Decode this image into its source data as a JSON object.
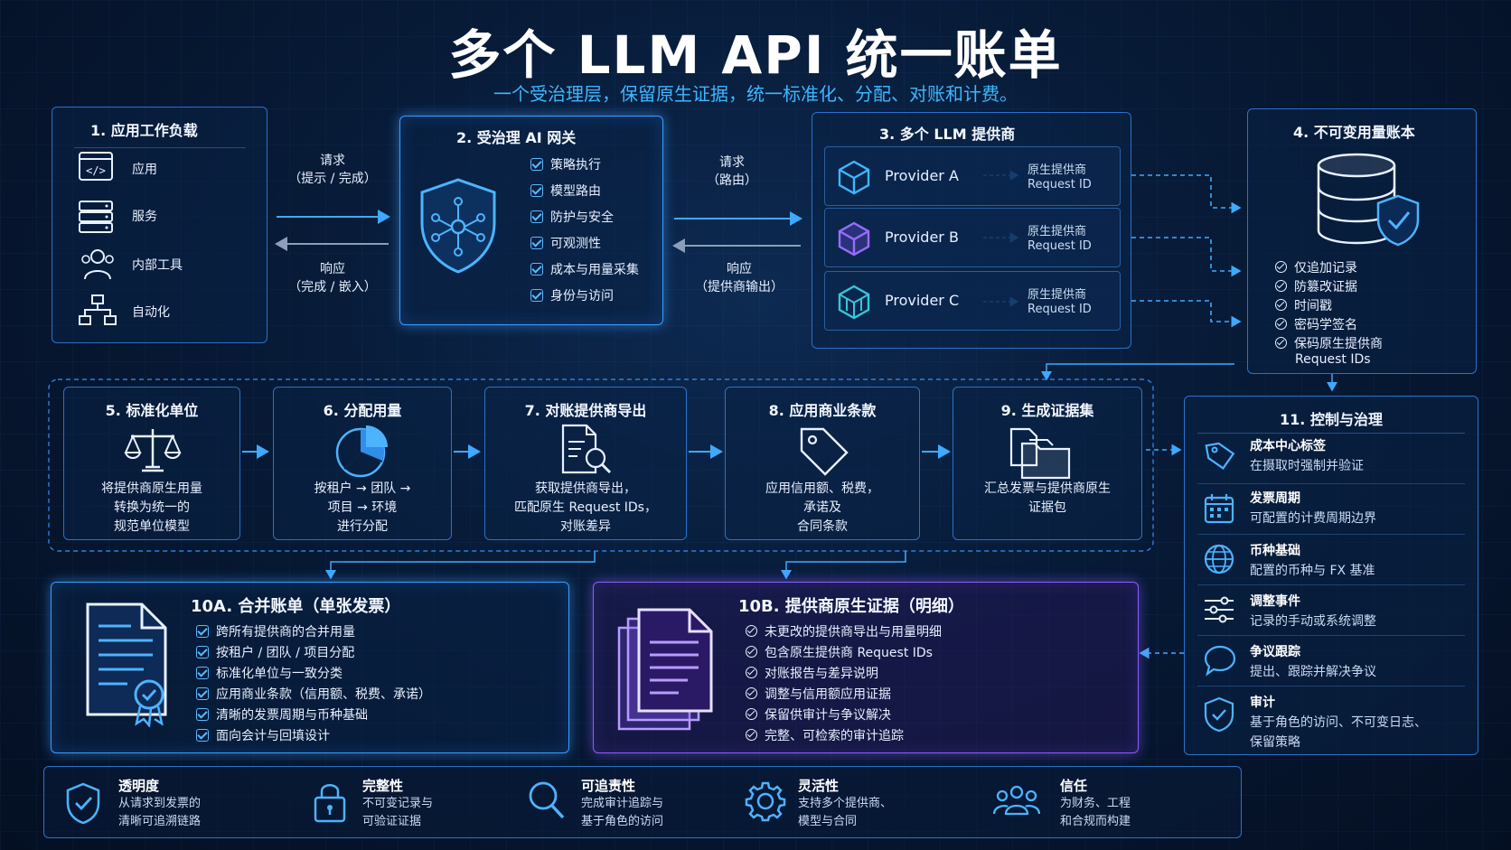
{
  "title": "多个 LLM API 统一账单",
  "subtitle": "一个受治理层，保留原生证据，统一标准化、分配、对账和计费。",
  "workload": {
    "title": "1. 应用工作负载",
    "items": [
      "应用",
      "服务",
      "内部工具",
      "自动化"
    ]
  },
  "flow1": {
    "req_label": "请求",
    "req_sub": "（提示 / 完成）",
    "resp_label": "响应",
    "resp_sub": "（完成 / 嵌入）"
  },
  "gateway": {
    "title": "2. 受治理 AI 网关",
    "items": [
      "策略执行",
      "模型路由",
      "防护与安全",
      "可观测性",
      "成本与用量采集",
      "身份与访问"
    ]
  },
  "flow2": {
    "req_label": "请求",
    "req_sub": "（路由）",
    "resp_label": "响应",
    "resp_sub": "（提供商输出）"
  },
  "providers": {
    "title": "3. 多个 LLM 提供商",
    "items": [
      {
        "name": "Provider A",
        "id_label": "原生提供商",
        "id_value": "Request ID"
      },
      {
        "name": "Provider B",
        "id_label": "原生提供商",
        "id_value": "Request ID"
      },
      {
        "name": "Provider C",
        "id_label": "原生提供商",
        "id_value": "Request ID"
      }
    ]
  },
  "ledger": {
    "title": "4. 不可变用量账本",
    "items": [
      "仅追加记录",
      "防篡改证据",
      "时间戳",
      "密码学签名",
      "保码原生提供商"
    ],
    "last_sub": "Request IDs"
  },
  "steps": [
    {
      "title": "5. 标准化单位",
      "lines": [
        "将提供商原生用量",
        "转换为统一的",
        "规范单位模型"
      ],
      "icon": "scale-icon"
    },
    {
      "title": "6. 分配用量",
      "lines": [
        "按租户 → 团队 →",
        "项目 → 环境",
        "进行分配"
      ],
      "icon": "pie-chart-icon"
    },
    {
      "title": "7. 对账提供商导出",
      "lines": [
        "获取提供商导出，",
        "匹配原生 Request IDs，",
        "对账差异"
      ],
      "icon": "document-search-icon"
    },
    {
      "title": "8. 应用商业条款",
      "lines": [
        "应用信用额、税费，",
        "承诺及",
        "合同条款"
      ],
      "icon": "tag-icon"
    },
    {
      "title": "9. 生成证据集",
      "lines": [
        "汇总发票与提供商原生",
        "证据包"
      ],
      "icon": "folders-icon"
    }
  ],
  "governance": {
    "title": "11. 控制与治理",
    "items": [
      {
        "head": "成本中心标签",
        "desc": "在摄取时强制并验证",
        "icon": "label-icon"
      },
      {
        "head": "发票周期",
        "desc": "可配置的计费周期边界",
        "icon": "calendar-icon"
      },
      {
        "head": "币种基础",
        "desc": "配置的币种与 FX 基准",
        "icon": "globe-icon"
      },
      {
        "head": "调整事件",
        "desc": "记录的手动或系统调整",
        "icon": "sliders-icon"
      },
      {
        "head": "争议跟踪",
        "desc": "提出、跟踪并解决争议",
        "icon": "chat-icon"
      },
      {
        "head": "审计",
        "desc": "基于角色的访问、不可变日志、",
        "desc2": "保留策略",
        "icon": "shield-check-icon"
      }
    ]
  },
  "invoice": {
    "title": "10A. 合并账单（单张发票）",
    "items": [
      "跨所有提供商的合并用量",
      "按租户 / 团队 / 项目分配",
      "标准化单位与一致分类",
      "应用商业条款（信用额、税费、承诺）",
      "清晰的发票周期与币种基础",
      "面向会计与回填设计"
    ]
  },
  "evidence": {
    "title": "10B. 提供商原生证据（明细）",
    "items": [
      "未更改的提供商导出与用量明细",
      "包含原生提供商 Request IDs",
      "对账报告与差异说明",
      "调整与信用额应用证据",
      "保留供审计与争议解决",
      "完整、可检索的审计追踪"
    ]
  },
  "footer": [
    {
      "head": "透明度",
      "lines": [
        "从请求到发票的",
        "清晰可追溯链路"
      ],
      "icon": "shield-check-icon"
    },
    {
      "head": "完整性",
      "lines": [
        "不可变记录与",
        "可验证证据"
      ],
      "icon": "lock-icon"
    },
    {
      "head": "可追责性",
      "lines": [
        "完成审计追踪与",
        "基于角色的访问"
      ],
      "icon": "search-icon"
    },
    {
      "head": "灵活性",
      "lines": [
        "支持多个提供商、",
        "模型与合同"
      ],
      "icon": "gear-icon"
    },
    {
      "head": "信任",
      "lines": [
        "为财务、工程",
        "和合规而构建"
      ],
      "icon": "users-icon"
    }
  ],
  "colors": {
    "accent": "#3a9cff",
    "purple": "#8a5cff",
    "bg": "#071a36"
  }
}
